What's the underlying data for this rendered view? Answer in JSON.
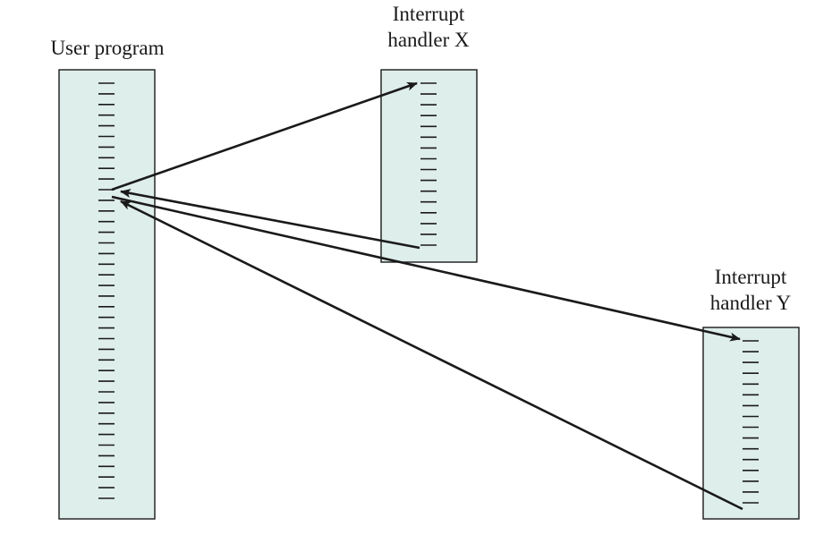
{
  "diagram": {
    "user_program": {
      "label": "User program"
    },
    "handler_x": {
      "label_line1": "Interrupt",
      "label_line2": "handler X"
    },
    "handler_y": {
      "label_line1": "Interrupt",
      "label_line2": "handler Y"
    },
    "colors": {
      "box_fill": "#deeeea",
      "stroke": "#1a1a1a"
    }
  }
}
